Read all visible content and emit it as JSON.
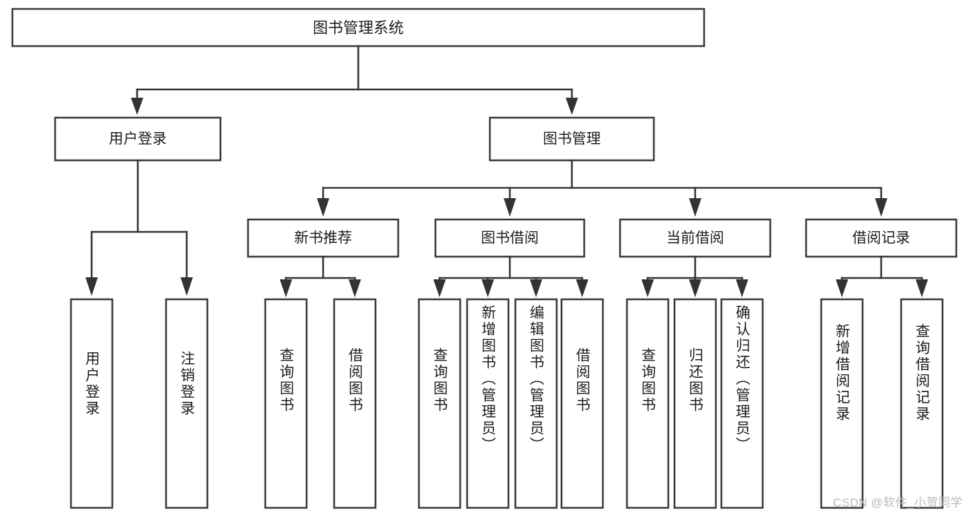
{
  "diagram": {
    "title": "图书管理系统",
    "type": "tree",
    "root": {
      "label": "图书管理系统"
    },
    "level2": [
      {
        "label": "用户登录"
      },
      {
        "label": "图书管理"
      }
    ],
    "level3": [
      {
        "label": "新书推荐"
      },
      {
        "label": "图书借阅"
      },
      {
        "label": "当前借阅"
      },
      {
        "label": "借阅记录"
      }
    ],
    "leaves": {
      "user_login": [
        {
          "label": "用户登录"
        },
        {
          "label": "注销登录"
        }
      ],
      "new_book_recommend": [
        {
          "label": "查询图书"
        },
        {
          "label": "借阅图书"
        }
      ],
      "book_borrow": [
        {
          "label": "查询图书"
        },
        {
          "label": "新增图书（管理员）"
        },
        {
          "label": "编辑图书（管理员）"
        },
        {
          "label": "借阅图书"
        }
      ],
      "current_borrow": [
        {
          "label": "查询图书"
        },
        {
          "label": "归还图书"
        },
        {
          "label": "确认归还（管理员）"
        }
      ],
      "borrow_record": [
        {
          "label": "新增借阅记录"
        },
        {
          "label": "查询借阅记录"
        }
      ]
    }
  },
  "watermark": {
    "text": "CSDN @软件_小贺同学"
  },
  "colors": {
    "box_stroke": "#3a3a3a",
    "connector": "#333333",
    "text": "#1c1c1c",
    "background": "#ffffff",
    "watermark": "#b9b9b9"
  }
}
